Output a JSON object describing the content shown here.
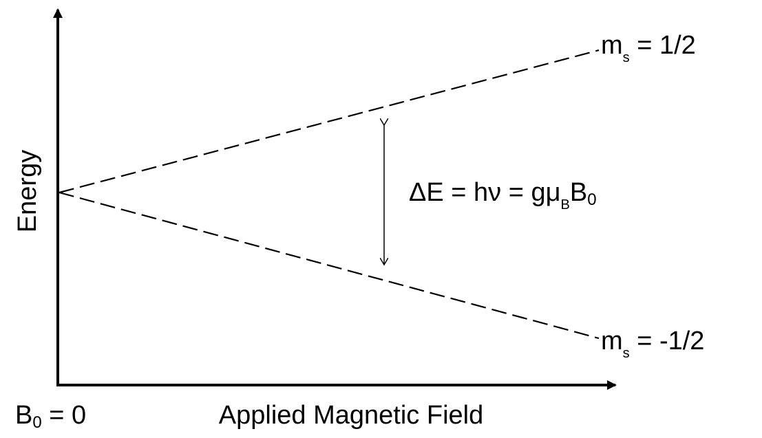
{
  "y_axis_label": "Energy",
  "x_axis_label": "Applied Magnetic Field",
  "origin_label": {
    "symbol": "B",
    "subscript": "0",
    "rest": " = 0"
  },
  "upper_level": {
    "symbol": "m",
    "subscript": "s",
    "value": " = 1/2"
  },
  "lower_level": {
    "symbol": "m",
    "subscript": "s",
    "value": " = -1/2"
  },
  "equation": {
    "part1": "ΔE = hν = gμ",
    "sub1": "B",
    "part2": "B",
    "sub2": "0"
  },
  "colors": {
    "line": "#000000",
    "background": "#ffffff"
  }
}
